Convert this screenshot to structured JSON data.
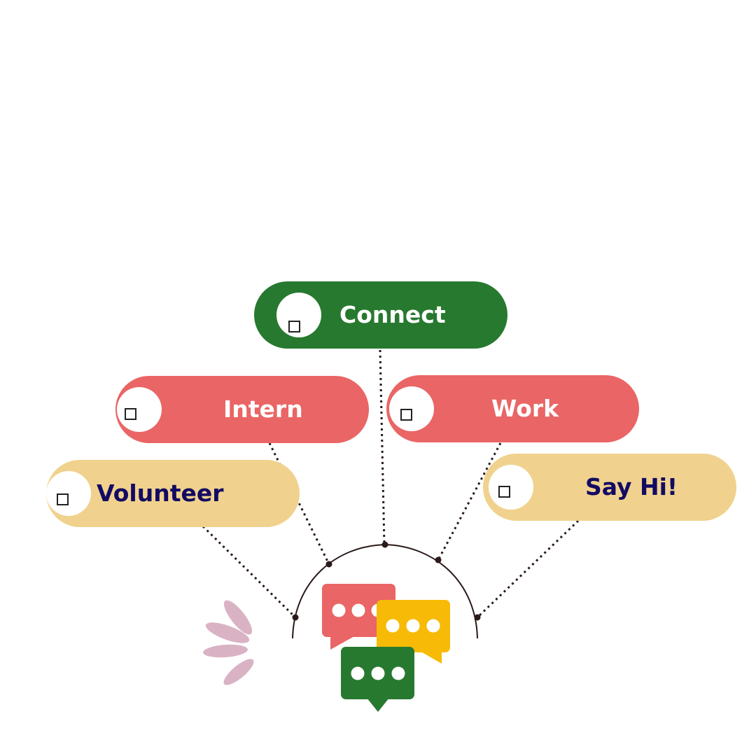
{
  "options": [
    {
      "label": "Connect",
      "color": "#27792f"
    },
    {
      "label": "Intern",
      "color": "#ea6565"
    },
    {
      "label": "Work",
      "color": "#ea6565"
    },
    {
      "label": "Volunteer",
      "color": "#f0d28e"
    },
    {
      "label": "Say Hi!",
      "color": "#f0d28e"
    }
  ],
  "icons": {
    "chat": "chat-bubbles-icon",
    "sparkle": "sparkle-accent-icon"
  },
  "colors": {
    "green": "#27792f",
    "red": "#ea6565",
    "sand": "#f0d28e",
    "yellow": "#f7bb07",
    "navy_text": "#120a63",
    "line": "#2a1a1a",
    "sparkle": "#d9b3c4"
  }
}
